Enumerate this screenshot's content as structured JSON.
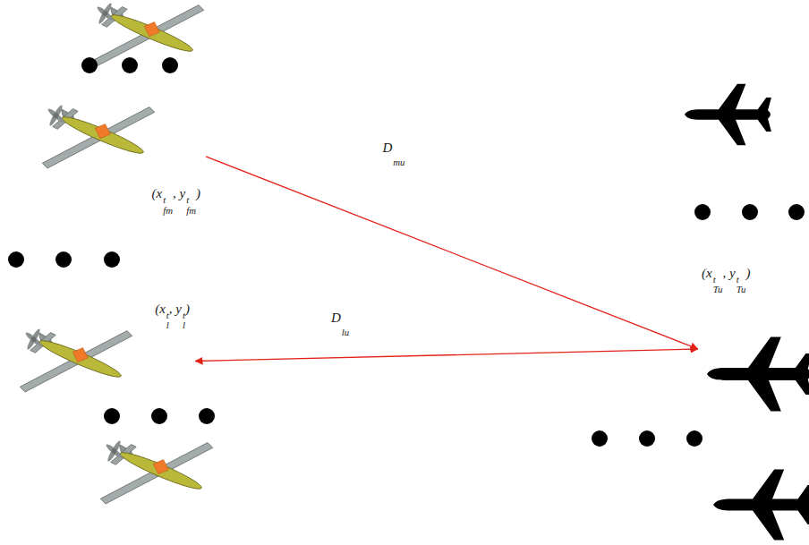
{
  "diagram": {
    "nodes": [
      {
        "text": [
          "(xtfm, ytfm)"
        ]
      },
      {
        "text": [
          "(xtl, ytl)"
        ]
      },
      {
        "text": [
          "(xtTu, ytTu)"
        ]
      }
    ],
    "edges": [
      {
        "from": 0,
        "to": 2,
        "arrow": "to",
        "label": "Dmu"
      },
      {
        "from": 1,
        "to": 2,
        "arrow": "both",
        "label": "Dlu"
      }
    ]
  }
}
